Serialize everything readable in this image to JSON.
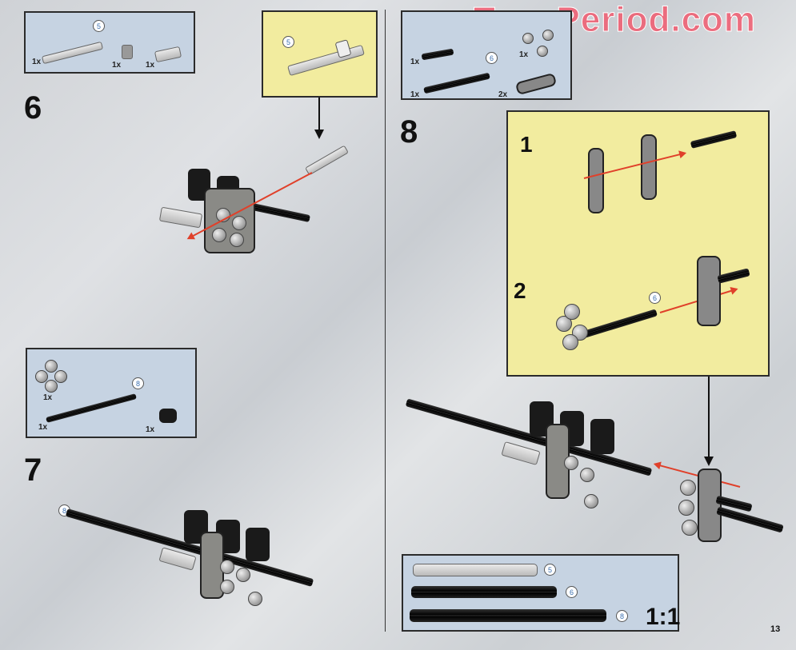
{
  "watermark": "ToysPeriod.com",
  "page_number": "13",
  "steps": [
    {
      "number": "6",
      "parts": [
        {
          "qty": "1x",
          "part": "grey-axle",
          "length": "5"
        },
        {
          "qty": "1x",
          "part": "grey-bush"
        },
        {
          "qty": "1x",
          "part": "grey-connector"
        }
      ],
      "callout": {
        "length": "5",
        "part": "grey-axle-with-bush"
      }
    },
    {
      "number": "7",
      "parts": [
        {
          "qty": "1x",
          "part": "ball-cross-connector"
        },
        {
          "qty": "1x",
          "part": "black-axle",
          "length": "8"
        },
        {
          "qty": "1x",
          "part": "black-connector"
        }
      ],
      "assembly_axle_length": "8"
    },
    {
      "number": "8",
      "parts": [
        {
          "qty": "1x",
          "part": "black-pin"
        },
        {
          "qty": "1x",
          "part": "ball-joint-connector"
        },
        {
          "qty": "1x",
          "part": "black-axle",
          "length": "6"
        },
        {
          "qty": "2x",
          "part": "grey-beam-3"
        }
      ],
      "substeps": [
        {
          "number": "1"
        },
        {
          "number": "2",
          "axle_length": "6"
        }
      ]
    }
  ],
  "scale_box": {
    "ratio": "1:1",
    "axles": [
      {
        "length": "5",
        "color": "grey"
      },
      {
        "length": "6",
        "color": "black"
      },
      {
        "length": "8",
        "color": "black"
      }
    ]
  },
  "colors": {
    "parts_box": "#c6d3e2",
    "callout_box": "#f2ec9f",
    "arrow": "#e0402a",
    "watermark": "#f05a6e"
  }
}
